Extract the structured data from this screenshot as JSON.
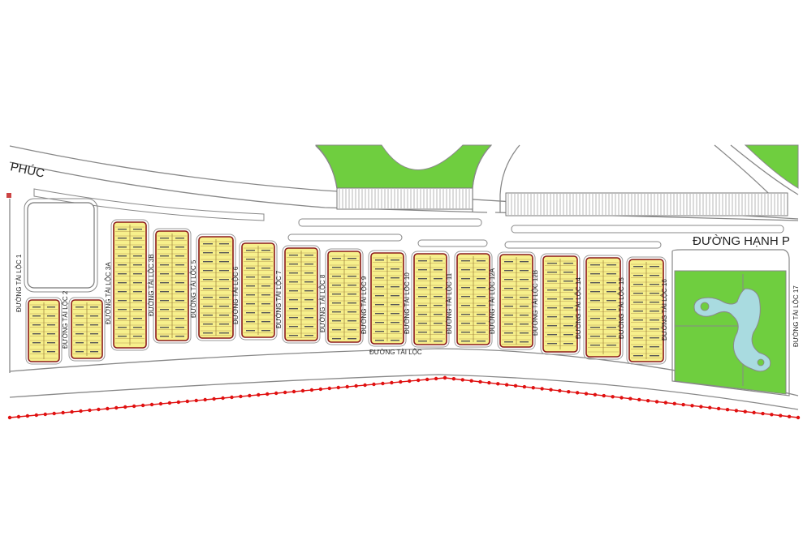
{
  "labels": {
    "street_phuc": "PHÚC",
    "street_hanh_phuc": "ĐƯỜNG HẠNH P",
    "street_tai_loc": "ĐƯỜNG TÀI LỘC",
    "vertical_streets": [
      "ĐƯỜNG TÀI LỘC 1",
      "ĐƯỜNG TÀI LỘC 2",
      "ĐƯỜNG TÀI LỘC 3A",
      "ĐƯỜNG TÀI LỘC 3B",
      "ĐƯỜNG TÀI LỘC 5",
      "ĐƯỜNG TÀI LỘC 6",
      "ĐƯỜNG TÀI LỘC 7",
      "ĐƯỜNG TÀI LỘC 8",
      "ĐƯỜNG TÀI LỘC 9",
      "ĐƯỜNG TÀI LỘC 10",
      "ĐƯỜNG TÀI LỘC 11",
      "ĐƯỜNG TÀI LỘC 12A",
      "ĐƯỜNG TÀI LỘC 12B",
      "ĐƯỜNG TÀI LỘC 14",
      "ĐƯỜNG TÀI LỘC 15",
      "ĐƯỜNG TÀI LỘC 16",
      "ĐƯỜNG TÀI LỘC 17"
    ]
  },
  "colors": {
    "lot_fill": "#f7f08c",
    "lot_border": "#8b1a1a",
    "park": "#6fce3f",
    "lake": "#a9dbe0",
    "road_line": "#888888",
    "boundary": "#e01010"
  }
}
